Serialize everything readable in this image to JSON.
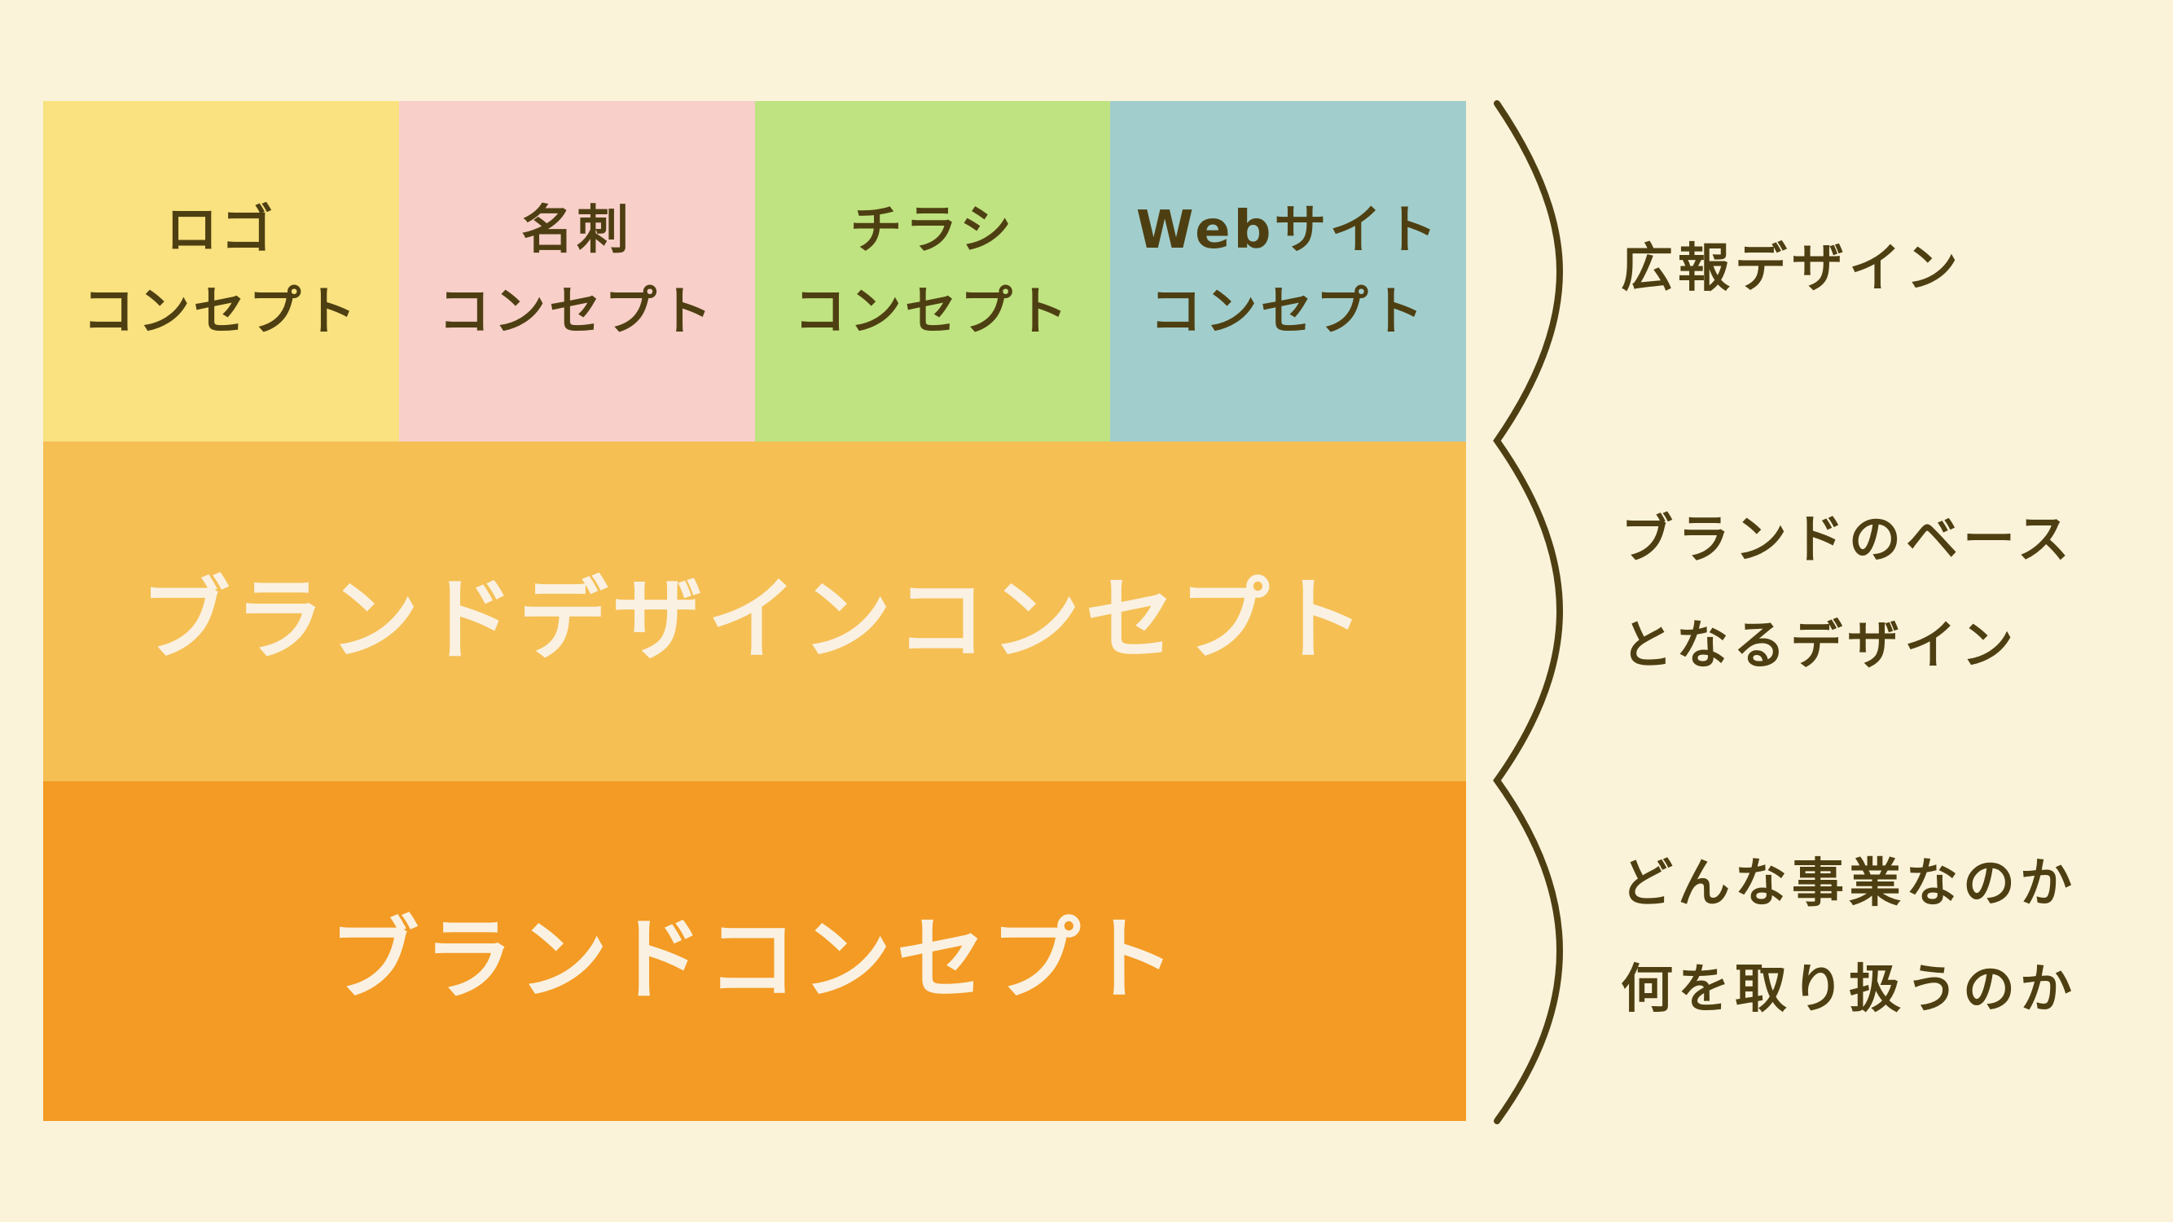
{
  "colors": {
    "background": "#FBF3D9",
    "text_dark": "#4E3F12",
    "text_light": "#FAF1E2",
    "cell_logo": "#F9E27F",
    "cell_card": "#F8CFC9",
    "cell_flyer": "#BFE380",
    "cell_web": "#A1CECC",
    "band_brand_design": "#F5BF54",
    "band_brand_concept": "#F39B24",
    "brace": "#4E3F12"
  },
  "diagram": {
    "top_cells": [
      {
        "line1": "ロゴ",
        "line2": "コンセプト",
        "color": "#F9E27F"
      },
      {
        "line1": "名刺",
        "line2": "コンセプト",
        "color": "#F8CFC9"
      },
      {
        "line1": "チラシ",
        "line2": "コンセプト",
        "color": "#BFE380"
      },
      {
        "line1": "Webサイト",
        "line2": "コンセプト",
        "color": "#A1CECC"
      }
    ],
    "middle_band": {
      "label": "ブランドデザインコンセプト"
    },
    "bottom_band": {
      "label": "ブランドコンセプト"
    }
  },
  "annotations": [
    {
      "lines": [
        "広報デザイン"
      ]
    },
    {
      "lines": [
        "ブランドのベース",
        "となるデザイン"
      ]
    },
    {
      "lines": [
        "どんな事業なのか",
        "何を取り扱うのか"
      ]
    }
  ]
}
